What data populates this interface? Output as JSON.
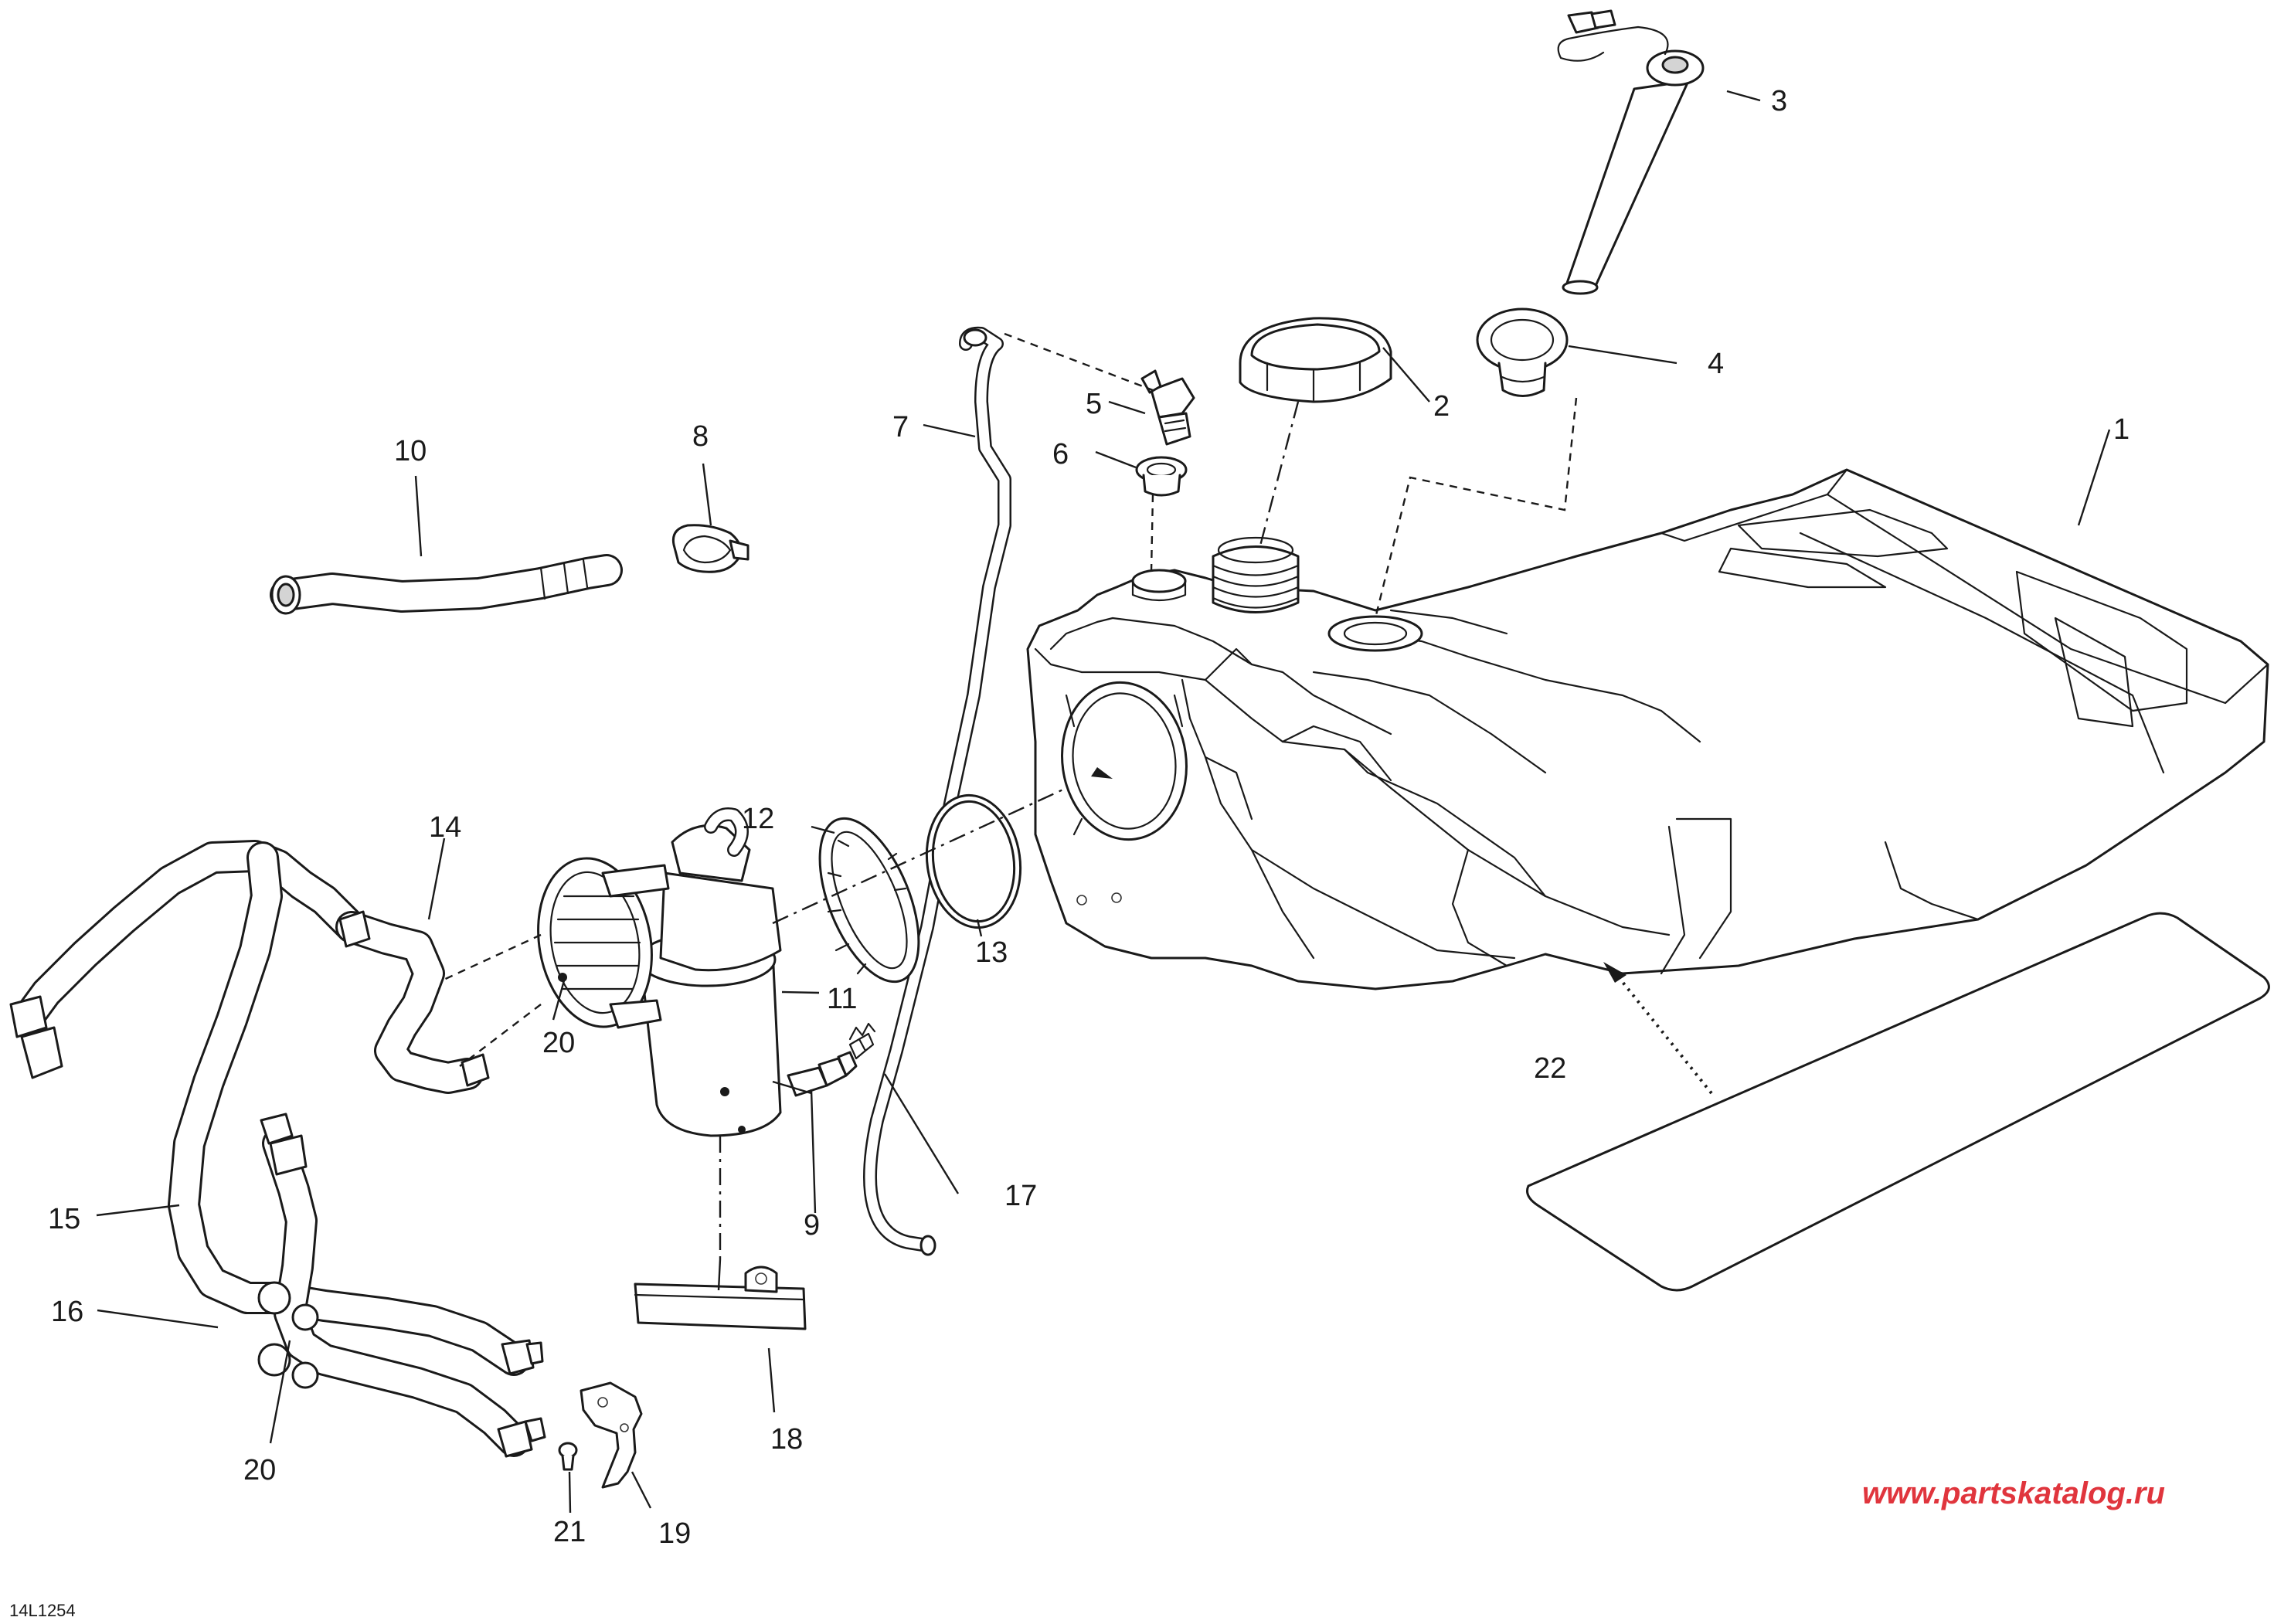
{
  "callouts": [
    {
      "id": "1",
      "label": "1"
    },
    {
      "id": "2",
      "label": "2"
    },
    {
      "id": "3",
      "label": "3"
    },
    {
      "id": "4",
      "label": "4"
    },
    {
      "id": "5",
      "label": "5"
    },
    {
      "id": "6",
      "label": "6"
    },
    {
      "id": "7",
      "label": "7"
    },
    {
      "id": "8",
      "label": "8"
    },
    {
      "id": "9",
      "label": "9"
    },
    {
      "id": "10",
      "label": "10"
    },
    {
      "id": "11",
      "label": "11"
    },
    {
      "id": "12",
      "label": "12"
    },
    {
      "id": "13",
      "label": "13"
    },
    {
      "id": "14",
      "label": "14"
    },
    {
      "id": "15",
      "label": "15"
    },
    {
      "id": "16",
      "label": "16"
    },
    {
      "id": "17",
      "label": "17"
    },
    {
      "id": "18",
      "label": "18"
    },
    {
      "id": "19",
      "label": "19"
    },
    {
      "id": "20a",
      "label": "20"
    },
    {
      "id": "20b",
      "label": "20"
    },
    {
      "id": "21",
      "label": "21"
    },
    {
      "id": "22",
      "label": "22"
    }
  ],
  "drawing_code": "14L1254",
  "watermark": "www.partskatalog.ru",
  "colors": {
    "line": "#1a1a1a",
    "watermark": "#e0353d",
    "background": "#ffffff"
  }
}
